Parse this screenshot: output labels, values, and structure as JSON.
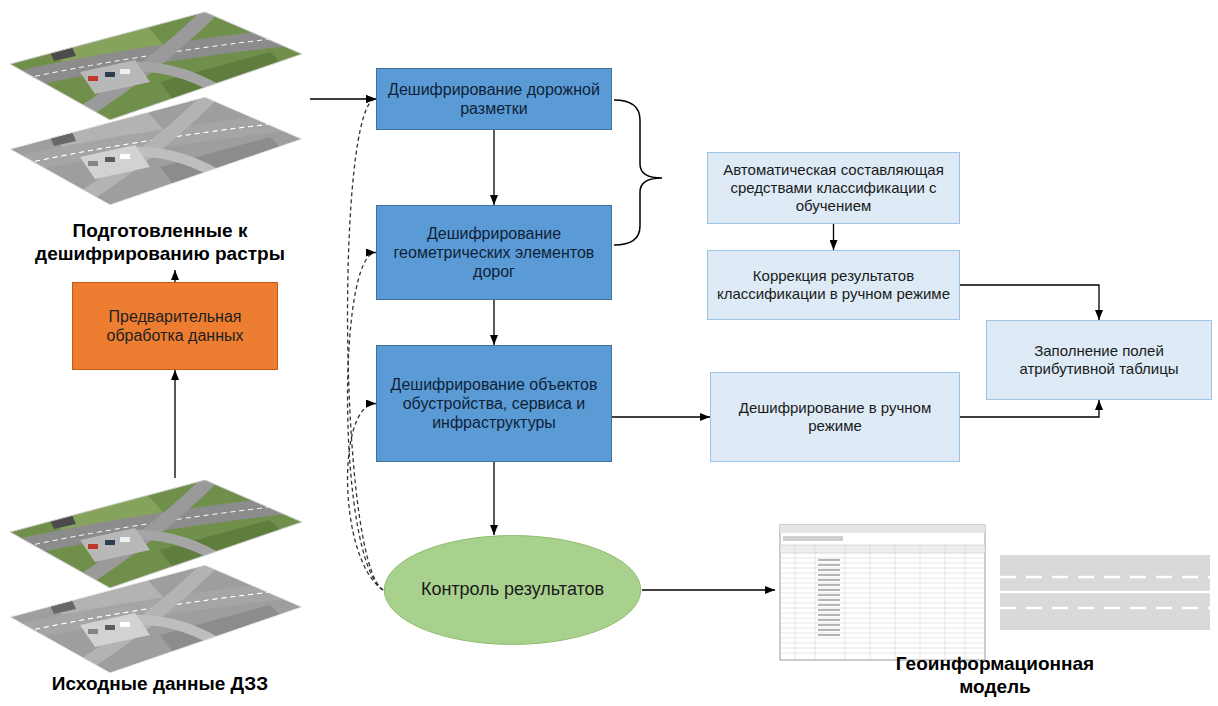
{
  "diagram": {
    "nodes": [
      {
        "text": [
          "Подготовленные к дешифрированию растры"
        ]
      },
      {
        "text": [
          "Дешифрирование дорожной разметки"
        ]
      },
      {
        "text": [
          "Автоматическая составляющая средствами классификации с обучением"
        ]
      },
      {
        "text": [
          "Дешифрирование геометрических элементов дорог"
        ]
      },
      {
        "text": [
          "Коррекция результатов классификации в ручном режиме"
        ]
      },
      {
        "text": [
          "Предварительная обработка данных"
        ]
      },
      {
        "text": [
          "Заполнение полей атрибутивной таблицы"
        ]
      },
      {
        "text": [
          "Дешифрирование объектов обустройства, сервиса и инфраструктуры"
        ]
      },
      {
        "text": [
          "Дешифрирование в ручном режиме"
        ]
      },
      {
        "text": [
          "Исходные данные ДЗЗ"
        ]
      },
      {
        "text": [
          "Контроль результатов"
        ]
      },
      {
        "text": [
          "Геоинформационная модель"
        ]
      }
    ],
    "edges": [
      {
        "from": 9,
        "to": 5,
        "arrow": "to"
      },
      {
        "from": 5,
        "to": 0,
        "arrow": "to"
      },
      {
        "from": 0,
        "to": 1,
        "arrow": "to"
      },
      {
        "from": 1,
        "to": 3,
        "arrow": "to"
      },
      {
        "from": 3,
        "to": 7,
        "arrow": "to"
      },
      {
        "from": 7,
        "to": 10,
        "arrow": "to"
      },
      {
        "from": 10,
        "to": 1,
        "arrow": "to"
      },
      {
        "from": 10,
        "to": 3,
        "arrow": "to"
      },
      {
        "from": 10,
        "to": 7,
        "arrow": "to"
      },
      {
        "from": 2,
        "to": 4,
        "arrow": "to"
      },
      {
        "from": 4,
        "to": 6,
        "arrow": "to"
      },
      {
        "from": 7,
        "to": 8,
        "arrow": "to"
      },
      {
        "from": 8,
        "to": 6,
        "arrow": "to"
      },
      {
        "from": 10,
        "to": 11,
        "arrow": "to"
      }
    ]
  }
}
